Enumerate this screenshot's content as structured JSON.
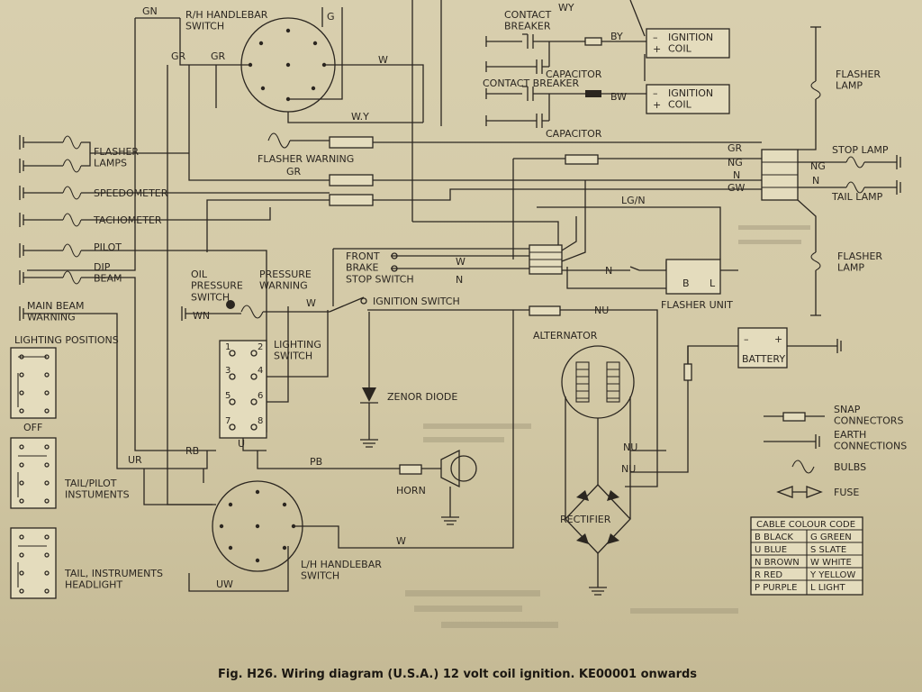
{
  "caption": "Fig. H26.   Wiring diagram (U.S.A.) 12 volt coil ignition.   KE00001 onwards",
  "components": {
    "rh_handlebar_switch": "R/H HANDLEBAR\nSWITCH",
    "lh_handlebar_switch": "L/H HANDLEBAR\nSWITCH",
    "contact_breaker_1": "CONTACT\nBREAKER",
    "contact_breaker_2": "CONTACT BREAKER",
    "ignition_coil_1": "IGNITION\nCOIL",
    "ignition_coil_2": "IGNITION\nCOIL",
    "capacitor_1": "CAPACITOR",
    "capacitor_2": "CAPACITOR",
    "flasher_lamps": "FLASHER\nLAMPS",
    "flasher_warning": "FLASHER WARNING",
    "speedometer": "SPEEDOMETER",
    "tachometer": "TACHOMETER",
    "pilot": "PILOT",
    "dip_beam": "DIP\nBEAM",
    "main_beam_warning": "MAIN    BEAM\nWARNING",
    "lighting_positions": "LIGHTING POSITIONS",
    "oil_pressure_switch": "OIL\nPRESSURE\nSWITCH",
    "pressure_warning": "PRESSURE\nWARNING",
    "front_brake_stop_switch": "FRONT\nBRAKE\nSTOP SWITCH",
    "ignition_switch": "IGNITION SWITCH",
    "lighting_switch": "LIGHTING\nSWITCH",
    "zenor_diode": "ZENOR DIODE",
    "horn": "HORN",
    "alternator": "ALTERNATOR",
    "rectifier": "RECTIFIER",
    "battery": "BATTERY",
    "flasher_unit": "FLASHER UNIT",
    "flasher_lamp_top": "FLASHER\nLAMP",
    "stop_lamp": "STOP LAMP",
    "tail_lamp": "TAIL LAMP",
    "flasher_lamp_bottom": "FLASHER\nLAMP",
    "off_label": "OFF",
    "tail_pilot": "TAIL/PILOT\nINSTUMENTS",
    "tail_instruments_headlight": "TAIL, INSTRUMENTS\nHEADLIGHT"
  },
  "wires": {
    "gn": "GN",
    "gr_1": "GR",
    "gr_2": "GR",
    "gr_3": "GR",
    "gr_right": "GR",
    "g": "G",
    "w_top": "W",
    "wy_top": "WY",
    "wy_mid": "W.Y",
    "by": "BY",
    "bw": "BW",
    "ng": "NG",
    "ng_right": "NG",
    "n": "N",
    "n_right": "N",
    "gw": "GW",
    "lgn": "LG/N",
    "w_brake": "W",
    "n_brake": "N",
    "n_flasher": "N",
    "w_ign": "W",
    "wn": "WN",
    "nu": "NU",
    "nu_rect1": "NU",
    "nu_rect2": "NU",
    "rb": "RB",
    "ur": "UR",
    "pb": "PB",
    "w_lh": "W",
    "uw": "UW",
    "u": "U",
    "b": "B",
    "l": "L"
  },
  "switch_numbers": [
    "1",
    "2",
    "3",
    "4",
    "5",
    "6",
    "7",
    "8"
  ],
  "legend": {
    "snap_connectors": "SNAP\nCONNECTORS",
    "earth_connections": "EARTH\nCONNECTIONS",
    "bulbs": "BULBS",
    "fuse": "FUSE"
  },
  "colour_code": {
    "title": "CABLE COLOUR CODE",
    "rows": [
      [
        "B  BLACK",
        "G  GREEN"
      ],
      [
        "U  BLUE",
        "S  SLATE"
      ],
      [
        "N  BROWN",
        "W  WHITE"
      ],
      [
        "R  RED",
        "Y  YELLOW"
      ],
      [
        "P  PURPLE",
        "L  LIGHT"
      ]
    ]
  }
}
